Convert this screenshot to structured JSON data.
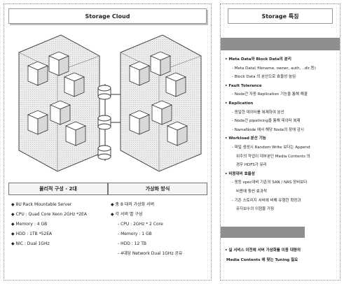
{
  "left_panel": {
    "title": "Storage Cloud",
    "physical_header": "물리적 구성 - 2대",
    "virtual_header": "가상화 방식",
    "physical_specs": [
      "◆ 8U Rack Mountable Server",
      "◆ CPU : Quad Core Xeon 2GHz *2EA",
      "◆ Memory : 4 GB",
      "◆ HDD : 1TB *52EA",
      "◆ NIC : Dual 1GHz"
    ],
    "virtual_specs": [
      "◆ 총 8 대의 가상화 서버",
      "◆ 각 서버 별 구성",
      "- CPU : 2GHz * 2 Core",
      "- Memory : 1 GB",
      "- HDD : 12 TB",
      "- 4대당 Network Dual 1GHz 공유"
    ]
  },
  "right_panel": {
    "title": "Storage 특징",
    "features": [
      {
        "text": "• Meta Data와 Block Data의 분리",
        "level": 0
      },
      {
        "text": "- Meta Data( filename, owner, auth, ..dir 등)",
        "level": 1
      },
      {
        "text": "- Block Data 의 분산으로 효율성 높임",
        "level": 1
      },
      {
        "text": "• Fault Tolerance",
        "level": 0
      },
      {
        "text": "- Node간 자동 Replication 기능을 통해 해결",
        "level": 1
      },
      {
        "text": "• Replication",
        "level": 0
      },
      {
        "text": "- 동일한 데이터를 복제하여 분산",
        "level": 1
      },
      {
        "text": "- Node간 pipelining을 통해 데이터 복제",
        "level": 1
      },
      {
        "text": "- NameNode 에서 해당 Node의 장애 감시",
        "level": 1
      },
      {
        "text": "• Workload 분산 기능",
        "level": 0
      },
      {
        "text": "- 파일 생성시 Random Write 보다는 Append",
        "level": 1
      },
      {
        "text": "위주의 작업이 대부분인 Media Contents 의",
        "level": 2
      },
      {
        "text": "경우 HDFS가 유리",
        "level": 2
      },
      {
        "text": "• 비용대비 효율성",
        "level": 0
      },
      {
        "text": "- 동등 spec대비 기존의 SAN / NAS 장비보다",
        "level": 1
      },
      {
        "text": "비용에 훨씬 효과적",
        "level": 2
      },
      {
        "text": "- 기존 스토리지 서비에 비해 유형한 확장과",
        "level": 1
      },
      {
        "text": "유지보수의 이점을 가짐",
        "level": 2
      }
    ],
    "footer_lines": [
      "• 실 서비스 이전에 서버 가상화를 이용 대량의",
      "Media Contents 에 맞는 Tuning 필요"
    ]
  }
}
